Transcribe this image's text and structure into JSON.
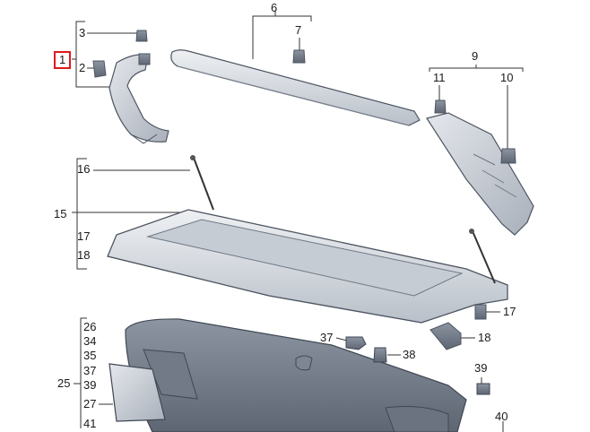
{
  "labels": {
    "n1": "1",
    "n2": "2",
    "n3": "3",
    "n6": "6",
    "n7": "7",
    "n9": "9",
    "n10": "10",
    "n11": "11",
    "n16": "16",
    "n15": "15",
    "n17a": "17",
    "n18a": "18",
    "n17b": "17",
    "n18b": "18",
    "n26": "26",
    "n34": "34",
    "n35": "35",
    "n37a": "37",
    "n25": "25",
    "n39a": "39",
    "n27": "27",
    "n41": "41",
    "n37b": "37",
    "n38": "38",
    "n39b": "39",
    "n40": "40"
  },
  "highlight_color": "#e01b1b"
}
